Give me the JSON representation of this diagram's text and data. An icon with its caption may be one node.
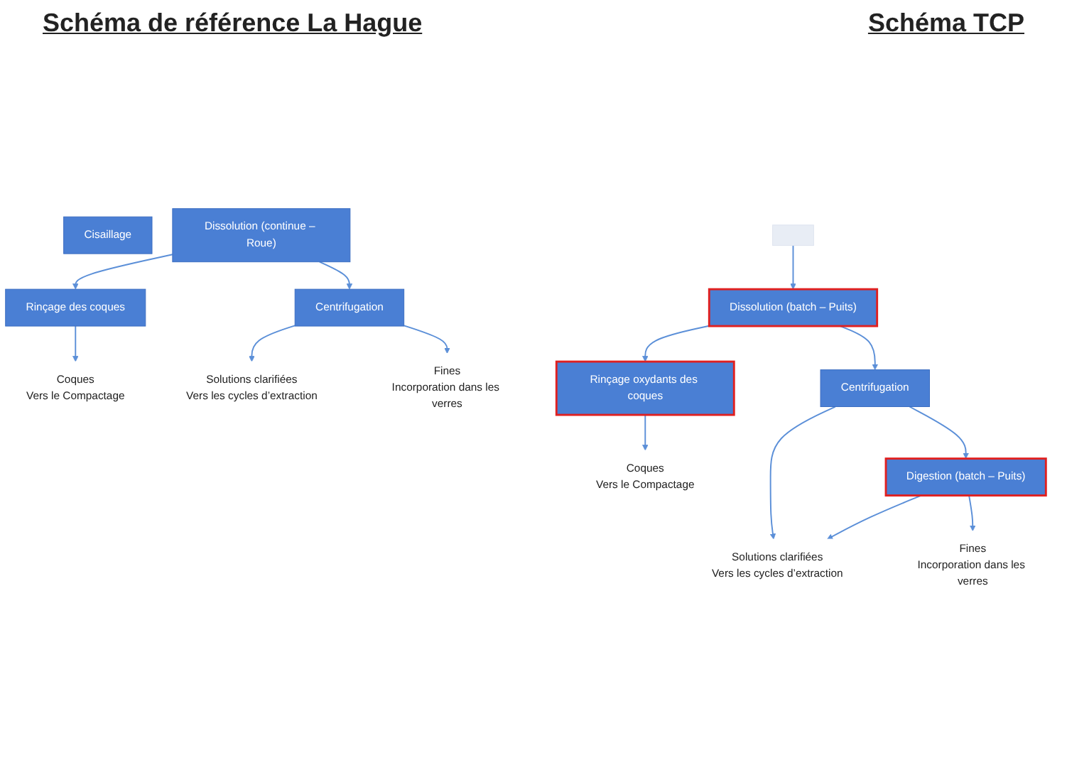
{
  "diagram": {
    "nodes": [
      {
        "text": [
          "Cisaillage"
        ]
      },
      {
        "text": [
          "Dissolution (continue – Roue)"
        ]
      },
      {
        "text": [
          "Rinçage des coques"
        ]
      },
      {
        "text": [
          "Centrifugation"
        ]
      },
      {
        "text": [
          "Coques",
          "Vers le Compactage"
        ]
      },
      {
        "text": [
          "Solutions clarifiées",
          "Vers les cycles d’extraction"
        ]
      },
      {
        "text": [
          "Fines",
          "Incorporation dans les verres"
        ]
      },
      {
        "text": [],
        "shape": "box"
      },
      {
        "text": [
          "Dissolution (batch – Puits)"
        ]
      },
      {
        "text": [
          "Rinçage oxydants des coques"
        ]
      },
      {
        "text": [
          "Centrifugation"
        ]
      },
      {
        "text": [
          "Coques",
          "Vers le Compactage"
        ]
      },
      {
        "text": [
          "Solutions clarifiées",
          "Vers les cycles d’extraction"
        ]
      },
      {
        "text": [
          "Digestion (batch – Puits)"
        ]
      },
      {
        "text": [
          "Fines",
          "Incorporation dans les verres"
        ]
      }
    ],
    "edges": [
      {
        "from": 1,
        "to": 2,
        "arrow": "to"
      },
      {
        "from": 1,
        "to": 3,
        "arrow": "to"
      },
      {
        "from": 2,
        "to": 4,
        "arrow": "to"
      },
      {
        "from": 3,
        "to": 5,
        "arrow": "to"
      },
      {
        "from": 3,
        "to": 6,
        "arrow": "to"
      },
      {
        "from": 7,
        "to": 8,
        "arrow": "to"
      },
      {
        "from": 8,
        "to": 9,
        "arrow": "to"
      },
      {
        "from": 8,
        "to": 10,
        "arrow": "to"
      },
      {
        "from": 9,
        "to": 11,
        "arrow": "to"
      },
      {
        "from": 10,
        "to": 12,
        "arrow": "to"
      },
      {
        "from": 10,
        "to": 13,
        "arrow": "to"
      },
      {
        "from": 13,
        "to": 12,
        "arrow": "to"
      },
      {
        "from": 13,
        "to": 14,
        "arrow": "to"
      }
    ],
    "labels": [
      "Schéma de référence La Hague",
      "Schéma TCP"
    ]
  }
}
